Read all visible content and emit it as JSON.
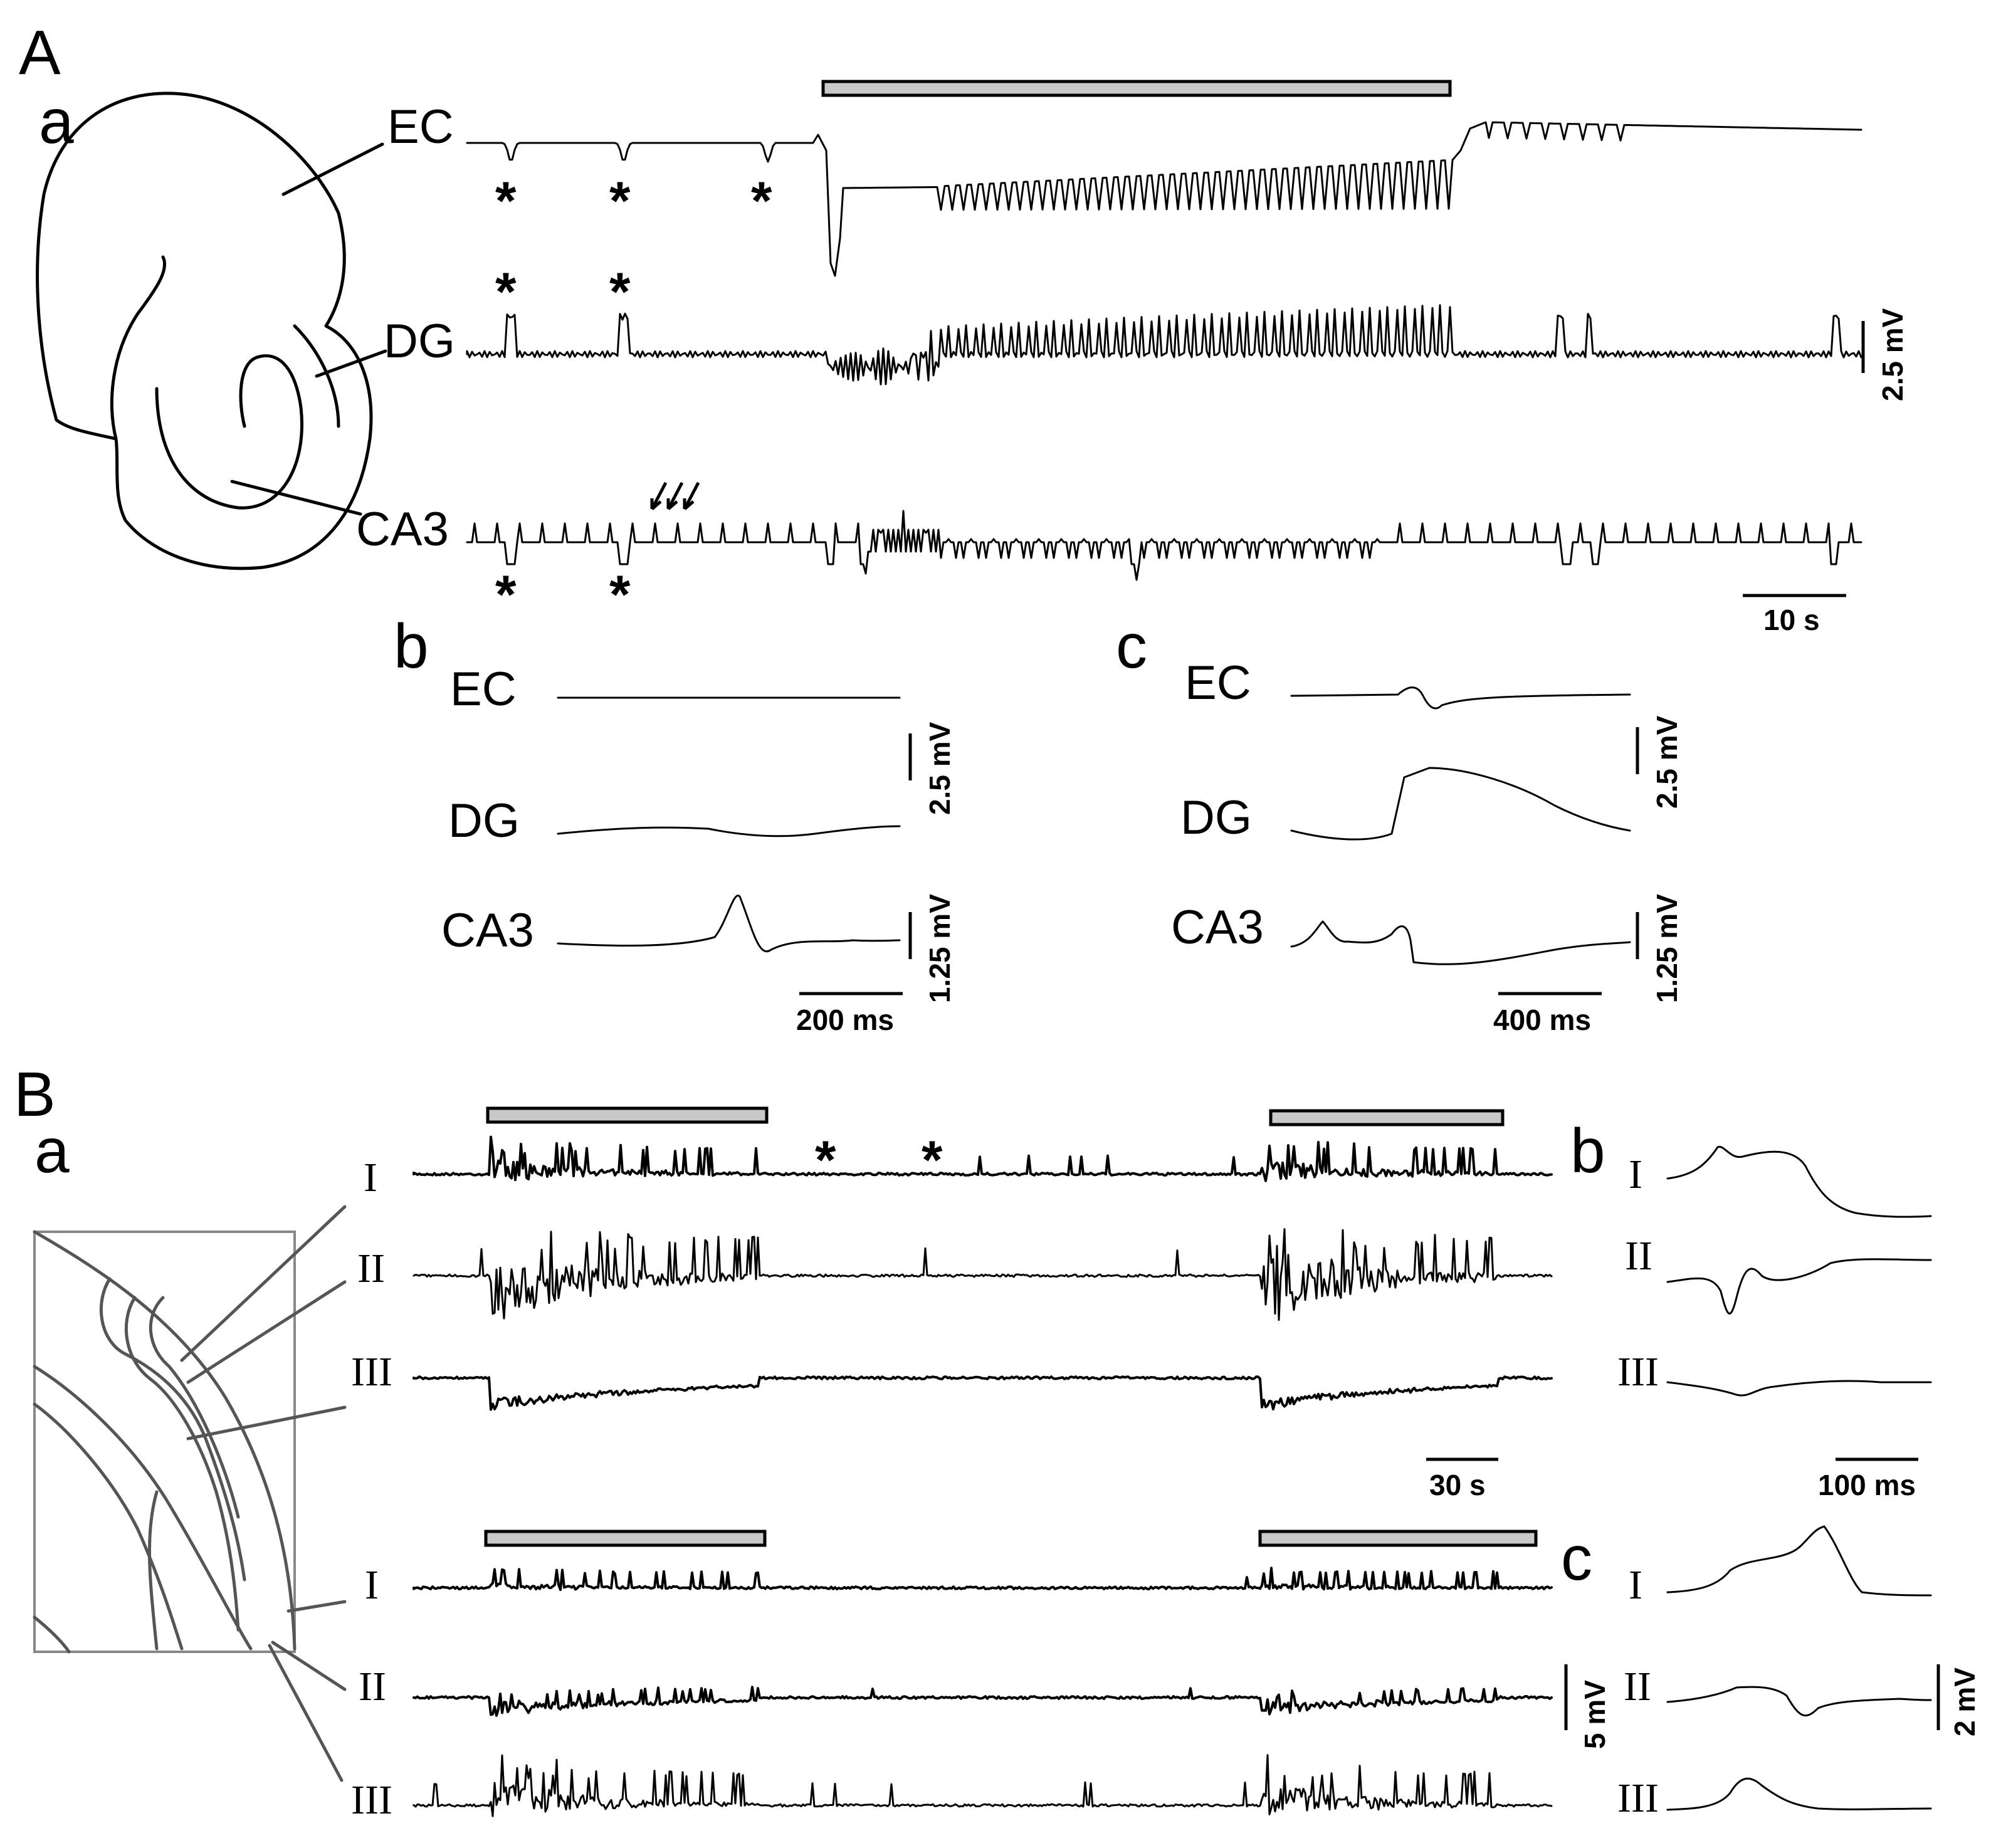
{
  "panels": {
    "A": "A",
    "A_a": "a",
    "A_b": "b",
    "A_c": "c",
    "B": "B",
    "B_a": "a",
    "B_b": "b",
    "B_c": "c"
  },
  "regions": {
    "ec": "EC",
    "dg": "DG",
    "ca3": "CA3"
  },
  "layers": {
    "one": "I",
    "two": "II",
    "three": "III"
  },
  "asterisk": "*",
  "scalebars": {
    "Aa_time": "10 s",
    "Aa_volt": "2.5 mV",
    "Ab_time": "200 ms",
    "Ab_volt_top": "2.5 mV",
    "Ab_volt_bottom": "1.25 mV",
    "Ac_time": "400 ms",
    "Ac_volt_top": "2.5 mV",
    "Ac_volt_bottom": "1.25 mV",
    "Ba_time": "30 s",
    "Ba_volt": "5 mV",
    "Bb_time": "100 ms",
    "Bc_volt": "2 mV"
  },
  "colors": {
    "trace": "#000000",
    "stim_bar": "#c8c8c8"
  }
}
